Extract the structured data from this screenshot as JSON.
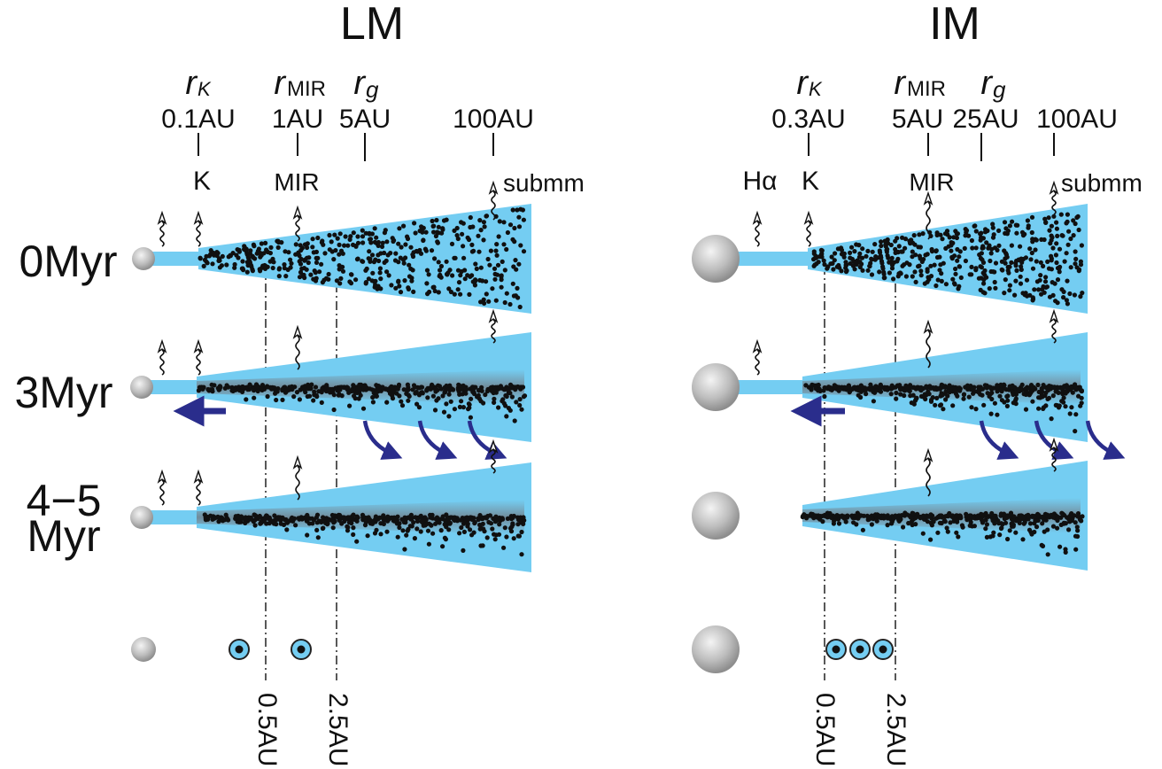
{
  "colors": {
    "disk": "#74cdf2",
    "grain": "#101010",
    "midplane": "#8a8f96",
    "arrow": "#2a2d8c",
    "star": "#b9b9b9"
  },
  "panels": {
    "lm": {
      "title": "LM",
      "radii": [
        {
          "sym": "r",
          "sub": "K",
          "au": "0.1AU"
        },
        {
          "sym": "r",
          "sub": "MIR",
          "au": "1AU"
        },
        {
          "sym": "r",
          "sub": "g",
          "au": "5AU"
        },
        {
          "sym": "",
          "sub": "",
          "au": "100AU"
        }
      ],
      "bands": [
        "K",
        "MIR",
        "submm"
      ],
      "ages": [
        "0Myr",
        "3Myr",
        "4−5",
        "Myr"
      ],
      "bottom_axis": [
        "0.5AU",
        "2.5AU"
      ]
    },
    "im": {
      "title": "IM",
      "radii": [
        {
          "sym": "r",
          "sub": "K",
          "au": "0.3AU"
        },
        {
          "sym": "r",
          "sub": "MIR",
          "au": "5AU"
        },
        {
          "sym": "r",
          "sub": "g",
          "au": "25AU"
        },
        {
          "sym": "",
          "sub": "",
          "au": "100AU"
        }
      ],
      "bands": [
        "Hα",
        "K",
        "MIR",
        "submm"
      ],
      "bottom_axis": [
        "0.5AU",
        "2.5AU"
      ]
    }
  }
}
